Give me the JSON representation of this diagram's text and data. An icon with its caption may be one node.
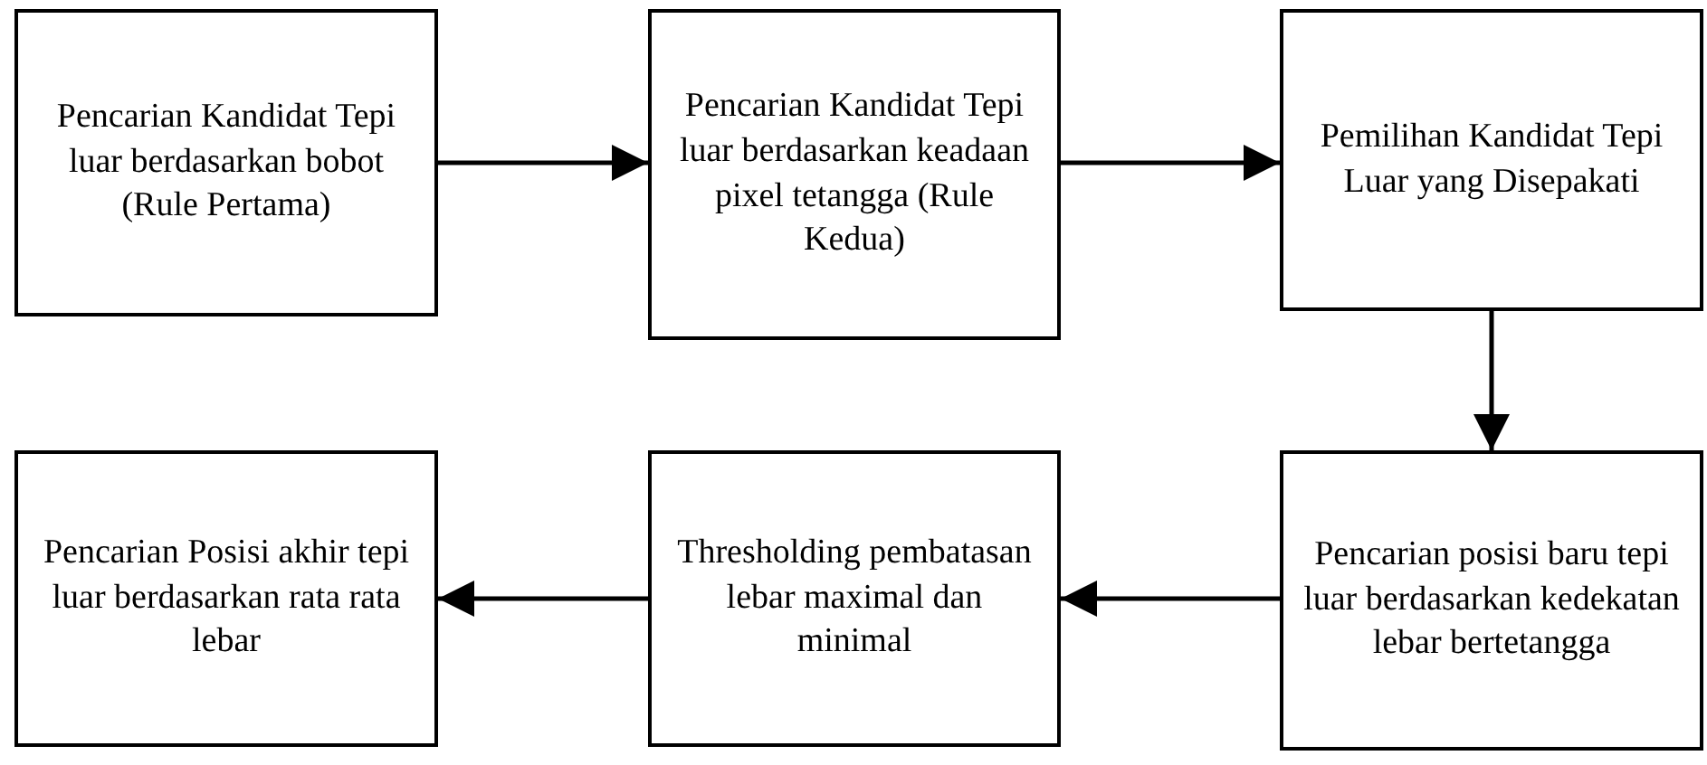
{
  "diagram": {
    "nodes": [
      {
        "text": [
          "Pencarian Kandidat Tepi luar berdasarkan bobot (Rule Pertama)"
        ]
      },
      {
        "text": [
          "Pencarian Kandidat Tepi luar berdasarkan keadaan pixel tetangga (Rule Kedua)"
        ]
      },
      {
        "text": [
          "Pemilihan Kandidat Tepi Luar yang Disepakati"
        ]
      },
      {
        "text": [
          "Pencarian posisi baru tepi luar berdasarkan kedekatan lebar bertetangga"
        ]
      },
      {
        "text": [
          "Thresholding pembatasan lebar maximal dan minimal"
        ]
      },
      {
        "text": [
          "Pencarian Posisi akhir tepi luar berdasarkan rata rata lebar"
        ]
      }
    ],
    "edges": [
      {
        "from": 0,
        "to": 1,
        "arrow": "to"
      },
      {
        "from": 1,
        "to": 2,
        "arrow": "to"
      },
      {
        "from": 2,
        "to": 3,
        "arrow": "to"
      },
      {
        "from": 3,
        "to": 4,
        "arrow": "to"
      },
      {
        "from": 4,
        "to": 5,
        "arrow": "to"
      }
    ]
  }
}
